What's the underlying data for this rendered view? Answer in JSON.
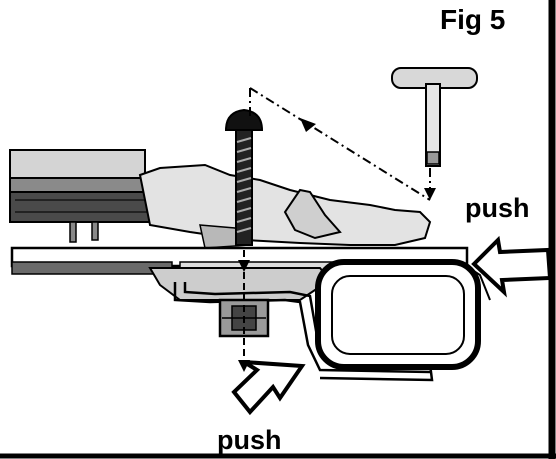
{
  "figure": {
    "title": "Fig 5",
    "labels": {
      "push_right": "push",
      "push_bottom": "push"
    },
    "colors": {
      "ink": "#000000",
      "paper": "#ffffff",
      "shade_light": "#d9d9d9",
      "shade_mid": "#bdbdbd",
      "shade_dark": "#555555"
    },
    "icons": [
      "hex-key-tool-icon",
      "bolt-icon",
      "push-arrow-icon"
    ]
  }
}
